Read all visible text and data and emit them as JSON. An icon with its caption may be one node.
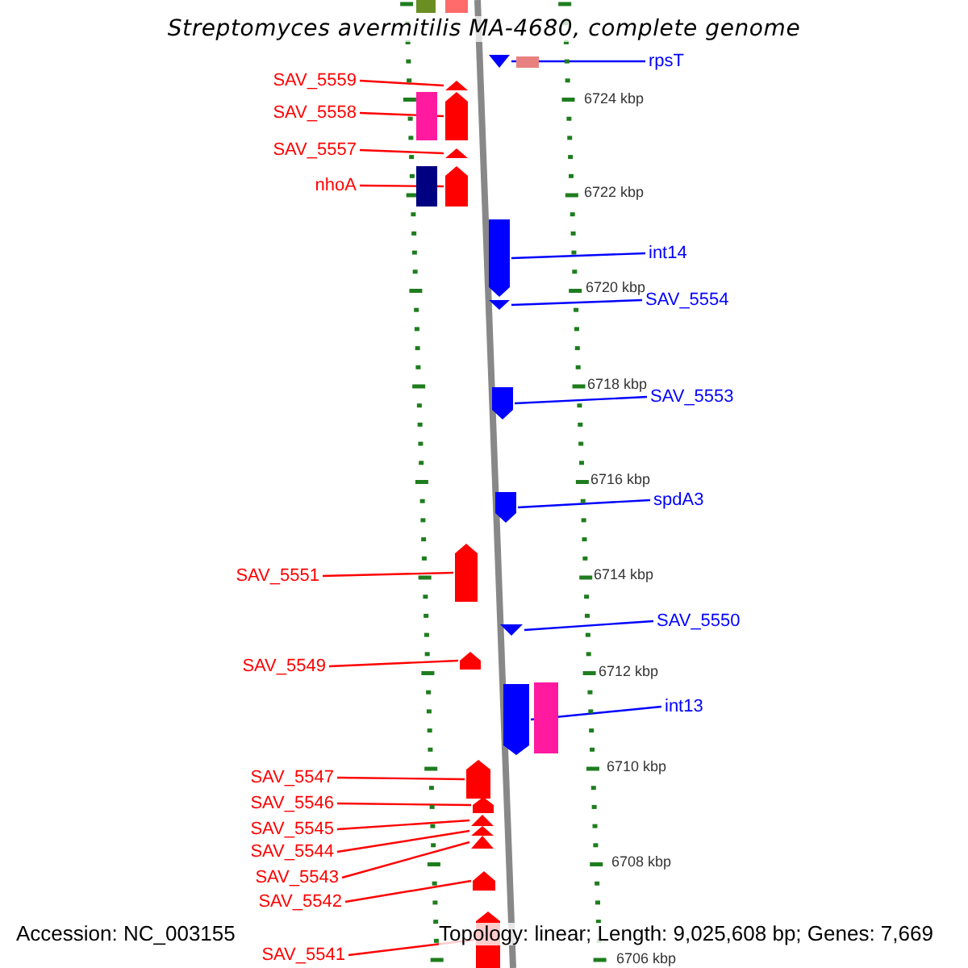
{
  "diagram": {
    "title": "Streptomyces avermitilis MA-4680, complete genome",
    "nodes": [
      {
        "text": [
          "rpsT"
        ]
      },
      {
        "text": [
          "SAV_5559"
        ]
      },
      {
        "text": [
          "SAV_5558"
        ]
      },
      {
        "text": [
          "SAV_5557"
        ]
      },
      {
        "text": [
          "nhoA"
        ]
      },
      {
        "text": [
          "int14"
        ]
      },
      {
        "text": [
          "SAV_5554"
        ]
      },
      {
        "text": [
          "SAV_5553"
        ]
      },
      {
        "text": [
          "spdA3"
        ]
      },
      {
        "text": [
          "SAV_5551"
        ]
      },
      {
        "text": [
          "SAV_5550"
        ]
      },
      {
        "text": [
          "SAV_5549"
        ]
      },
      {
        "text": [
          "int13"
        ]
      },
      {
        "text": [
          "SAV_5547"
        ]
      },
      {
        "text": [
          "SAV_5546"
        ]
      },
      {
        "text": [
          "SAV_5545"
        ]
      },
      {
        "text": [
          "SAV_5544"
        ]
      },
      {
        "text": [
          "SAV_5543"
        ]
      },
      {
        "text": [
          "SAV_5542"
        ]
      },
      {
        "text": [
          "SAV_5541"
        ]
      },
      {
        "text": [],
        "shape": "triangle"
      },
      {
        "text": [],
        "shape": "triangle"
      },
      {
        "text": [],
        "shape": "arrow"
      },
      {
        "text": [],
        "shape": "triangle"
      },
      {
        "text": [],
        "shape": "arrow"
      },
      {
        "text": [],
        "shape": "arrow"
      },
      {
        "text": [],
        "shape": "triangle"
      },
      {
        "text": [],
        "shape": "arrow"
      },
      {
        "text": [],
        "shape": "arrow"
      },
      {
        "text": [],
        "shape": "arrow"
      },
      {
        "text": [],
        "shape": "triangle"
      },
      {
        "text": [],
        "shape": "arrow"
      },
      {
        "text": [],
        "shape": "arrow"
      },
      {
        "text": [],
        "shape": "arrow"
      },
      {
        "text": [],
        "shape": "arrow"
      },
      {
        "text": [],
        "shape": "triangle"
      },
      {
        "text": [],
        "shape": "triangle"
      },
      {
        "text": [],
        "shape": "triangle"
      },
      {
        "text": [],
        "shape": "arrow"
      },
      {
        "text": [],
        "shape": "arrow"
      }
    ],
    "edges": [
      {
        "from": 0,
        "to": 20,
        "arrow": "none",
        "color": "#0000ff"
      },
      {
        "from": 1,
        "to": 21,
        "arrow": "none"
      },
      {
        "from": 2,
        "to": 22,
        "arrow": "none"
      },
      {
        "from": 3,
        "to": 23,
        "arrow": "none"
      },
      {
        "from": 4,
        "to": 24,
        "arrow": "none"
      },
      {
        "from": 5,
        "to": 25,
        "arrow": "none",
        "color": "#0000ff"
      },
      {
        "from": 6,
        "to": 26,
        "arrow": "none",
        "color": "#0000ff"
      },
      {
        "from": 7,
        "to": 27,
        "arrow": "none",
        "color": "#0000ff"
      },
      {
        "from": 8,
        "to": 28,
        "arrow": "none",
        "color": "#0000ff"
      },
      {
        "from": 9,
        "to": 29,
        "arrow": "none"
      },
      {
        "from": 10,
        "to": 30,
        "arrow": "none",
        "color": "#0000ff"
      },
      {
        "from": 11,
        "to": 31,
        "arrow": "none"
      },
      {
        "from": 12,
        "to": 32,
        "arrow": "none",
        "color": "#0000ff"
      },
      {
        "from": 13,
        "to": 33,
        "arrow": "none"
      },
      {
        "from": 14,
        "to": 34,
        "arrow": "none"
      },
      {
        "from": 15,
        "to": 35,
        "arrow": "none"
      },
      {
        "from": 16,
        "to": 36,
        "arrow": "none"
      },
      {
        "from": 17,
        "to": 37,
        "arrow": "none"
      },
      {
        "from": 18,
        "to": 38,
        "arrow": "none"
      },
      {
        "from": 19,
        "to": 39,
        "arrow": "none"
      }
    ],
    "labels": [
      "6724 kbp",
      "6722 kbp",
      "6720 kbp",
      "6718 kbp",
      "6716 kbp",
      "6714 kbp",
      "6712 kbp",
      "6710 kbp",
      "6708 kbp",
      "6706 kbp",
      "Accession: NC_003155",
      "Topology: linear; Length: 9,025,608 bp; Genes: 7,669"
    ]
  }
}
